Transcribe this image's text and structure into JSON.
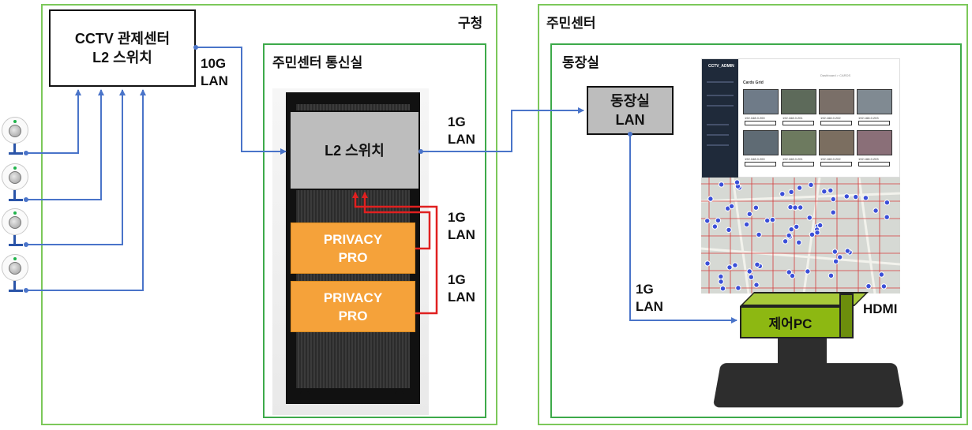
{
  "zones": {
    "left": "구청",
    "right": "주민센터",
    "comm_room": "주민센터 통신실",
    "dong_room": "동장실"
  },
  "boxes": {
    "cctv_center": [
      "CCTV 관제센터",
      "L2 스위치"
    ],
    "l2_switch": "L2 스위치",
    "privacy_1": [
      "PRIVACY",
      "PRO"
    ],
    "privacy_2": [
      "PRIVACY",
      "PRO"
    ],
    "dong_lan": [
      "동장실",
      "LAN"
    ],
    "control_pc": "제어PC"
  },
  "labels": {
    "link_10g": [
      "10G",
      "LAN"
    ],
    "link_1g_switch_dong": [
      "1G",
      "LAN"
    ],
    "link_1g_privacy_1": [
      "1G",
      "LAN"
    ],
    "link_1g_privacy_2": [
      "1G",
      "LAN"
    ],
    "link_1g_dong_pc": [
      "1G",
      "LAN"
    ],
    "hdmi": "HDMI"
  },
  "cameras": [
    {
      "name": "camera-1"
    },
    {
      "name": "camera-2"
    },
    {
      "name": "camera-3"
    },
    {
      "name": "camera-4"
    }
  ],
  "monitor": {
    "brand": "CCTV_ADMIN",
    "section": "Cards Grid",
    "breadcrumb": "Dashboard > CARDS",
    "ips": [
      "192.168.0.200",
      "192.168.0.201",
      "192.168.0.202",
      "192.168.0.203",
      "192.168.0.200",
      "192.168.0.201",
      "192.168.0.202",
      "192.168.0.203"
    ]
  },
  "colors": {
    "zone_outer": "#7cc85a",
    "zone_inner": "#3daa4a",
    "blue_link": "#4a74c9",
    "red_link": "#e02020",
    "privacy_fill": "#f5a23a",
    "pc_fill": "#8db812",
    "switch_fill": "#bdbdbd"
  }
}
